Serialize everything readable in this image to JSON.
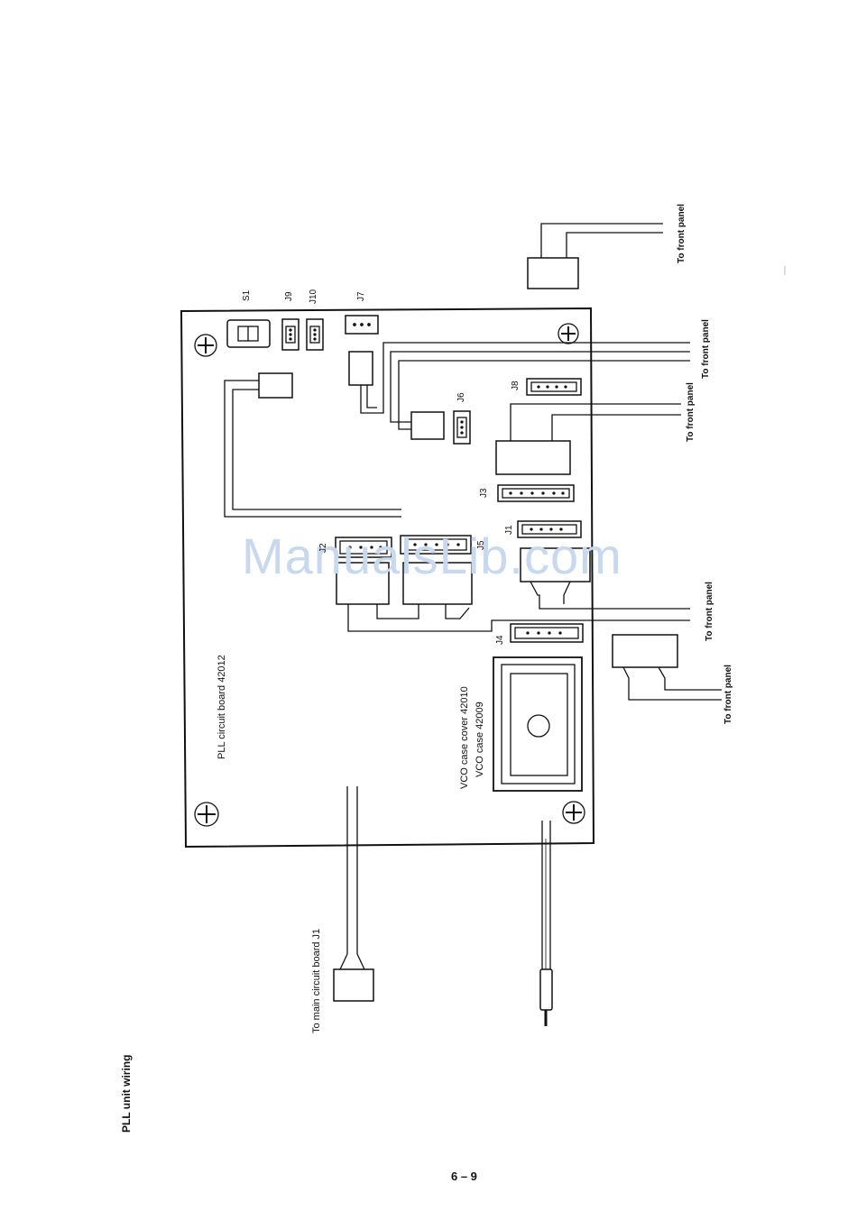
{
  "title": "PLL unit wiring",
  "page_number": "6 – 9",
  "watermark": "ManualsLib.com",
  "board_label": "PLL circuit board 42012",
  "vco_cover_label": "VCO case cover 42010",
  "vco_case_label": "VCO case 42009",
  "main_board_label": "To main circuit board J1",
  "front_panel_label": "To front panel",
  "connectors": {
    "s1": "S1",
    "j9": "J9",
    "j10": "J10",
    "j7": "J7",
    "j8": "J8",
    "j6": "J6",
    "j3": "J3",
    "j1": "J1",
    "j5": "J5",
    "j2": "J2",
    "j4": "J4"
  }
}
